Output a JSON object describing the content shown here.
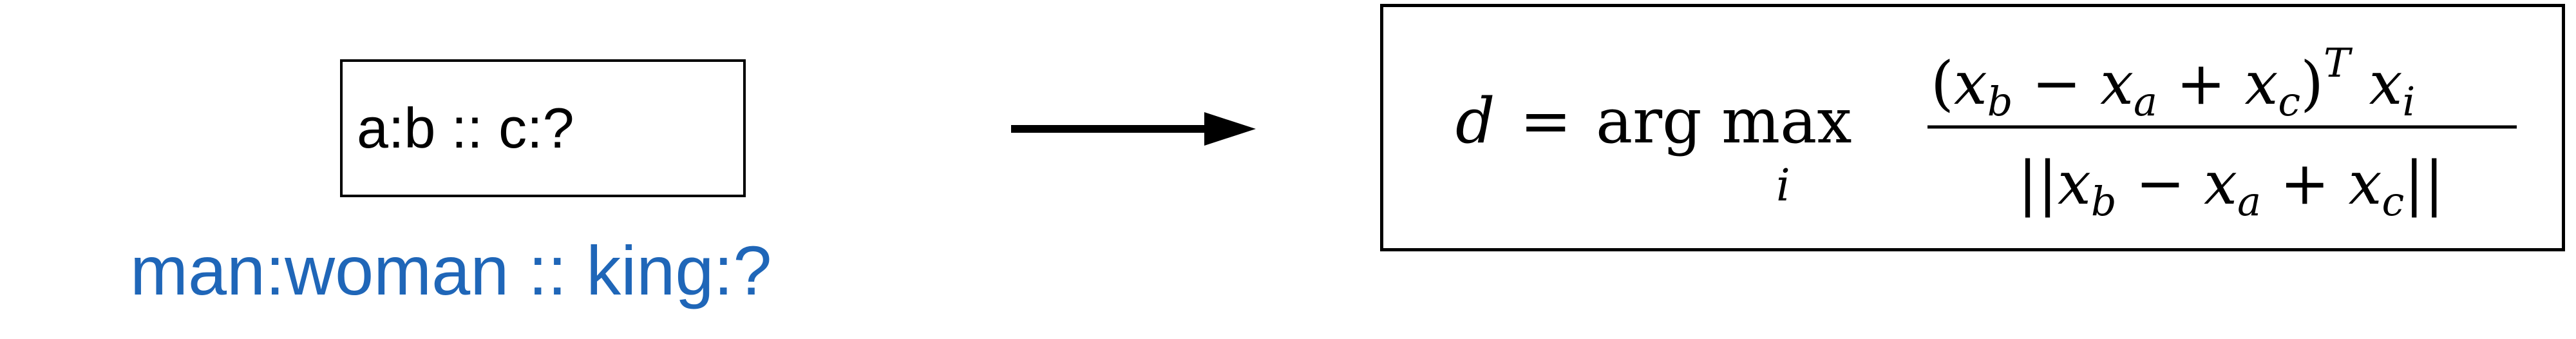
{
  "analogy": {
    "pattern": "a:b :: c:?",
    "example": "man:woman :: king:?"
  },
  "formula": {
    "lhs_var": "d",
    "equals": "=",
    "operator": "arg max",
    "operator_subscript": "i",
    "numerator": "(x_b − x_a + x_c)^T x_i",
    "denominator": "||x_b − x_a + x_c||"
  },
  "colors": {
    "example_text": "#1f66b8",
    "stroke": "#000000"
  }
}
